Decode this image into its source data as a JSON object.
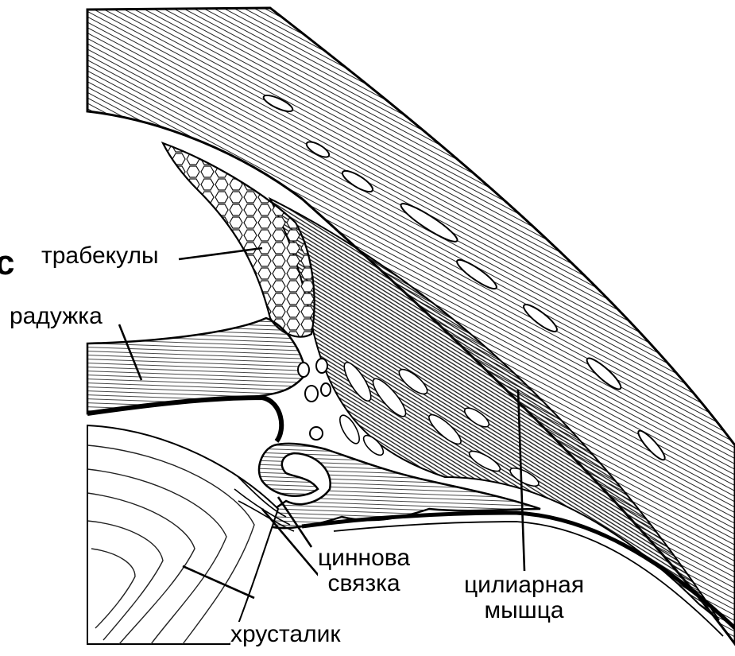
{
  "diagram": {
    "labels": {
      "trabecula": "трабекулы",
      "iris": "радужка",
      "zinn_line1": "циннова",
      "zinn_line2": "связка",
      "ciliary_line1": "цилиарная",
      "ciliary_line2": "мышца",
      "lens": "хрусталик"
    },
    "edge_fragment": "c"
  }
}
